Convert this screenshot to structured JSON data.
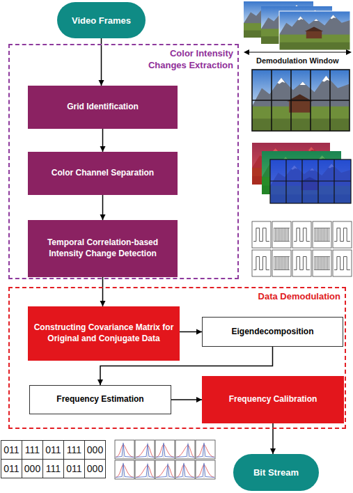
{
  "diagram": {
    "nodes": [
      {
        "text": [
          "Video Frames"
        ]
      },
      {
        "text": [
          "Color Intensity Changes Extraction"
        ]
      },
      {
        "text": [
          "Grid Identification"
        ],
        "in": 1
      },
      {
        "text": [
          "Color Channel Separation"
        ],
        "in": 1
      },
      {
        "text": [
          "Temporal Correlation-based Intensity Change Detection"
        ],
        "in": 1
      },
      {
        "text": [
          "Data Demodulation"
        ]
      },
      {
        "text": [
          "Constructing Covariance Matrix for Original and Conjugate Data"
        ],
        "in": 5
      },
      {
        "text": [
          "Eigendecomposition"
        ],
        "in": 5
      },
      {
        "text": [
          "Frequency Estimation"
        ],
        "in": 5
      },
      {
        "text": [
          "Frequency Calibration"
        ],
        "in": 5
      },
      {
        "text": [
          "Bit Stream"
        ]
      }
    ],
    "edges": [
      {
        "from": 0,
        "to": 2,
        "arrow": "to"
      },
      {
        "from": 2,
        "to": 3,
        "arrow": "to"
      },
      {
        "from": 3,
        "to": 4,
        "arrow": "to"
      },
      {
        "from": 4,
        "to": 6,
        "arrow": "to"
      },
      {
        "from": 6,
        "to": 7,
        "arrow": "to"
      },
      {
        "from": 7,
        "to": 8,
        "arrow": "to"
      },
      {
        "from": 8,
        "to": 9,
        "arrow": "to"
      },
      {
        "from": 9,
        "to": 10,
        "arrow": "to"
      }
    ],
    "labels": [
      "Demodulation Window",
      "011",
      "111",
      "011",
      "111",
      "000",
      "011",
      "000",
      "111",
      "011",
      "000"
    ]
  }
}
